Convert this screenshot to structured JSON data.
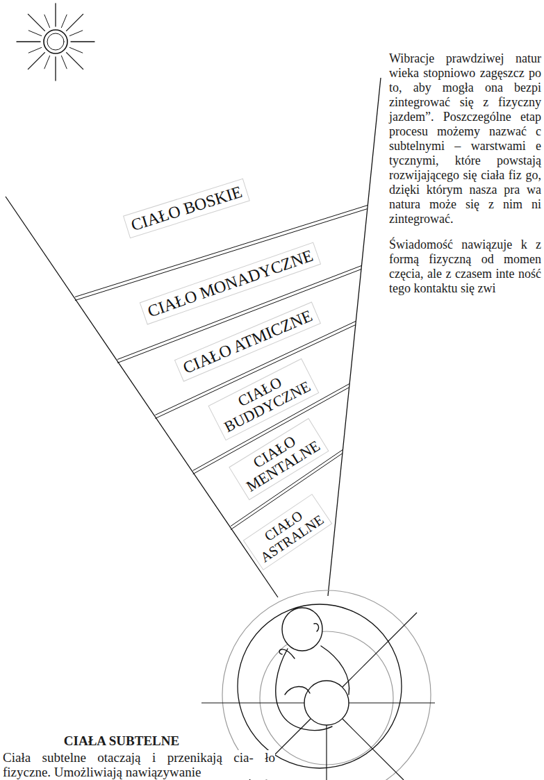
{
  "diagram": {
    "nodes": [
      {
        "text": [
          "CIAŁO BOSKIE"
        ]
      },
      {
        "text": [
          "CIAŁO MONADYCZNE"
        ]
      },
      {
        "text": [
          "CIAŁO ATMICZNE"
        ]
      },
      {
        "text": [
          "CIAŁO BUDDYCZNE"
        ]
      },
      {
        "text": [
          "CIAŁO MENTALNE"
        ]
      },
      {
        "text": [
          "CIAŁO ASTRALNE"
        ]
      }
    ],
    "labels": [
      "Wibracje prawdziwej natur wieka stopniowo zagęszcz po to, aby mogła ona bezpi zintegrować się z fizyczny jazdem”. Poszczególne etap procesu możemy nazwać c subtelnymi – warstwami e tycznymi, które powstają rozwijającego się ciała fiz go, dzięki którym nasza pra wa natura może się z nim ni zintegrować.",
      "Świadomość nawiązuje k z formą fizyczną od momen częcia, ale z czasem inte ność tego kontaktu się zwi",
      "CIAŁA SUBTELNE",
      "Ciała subtelne otaczają i przenikają cia- ło fizyczne. Umożliwiają nawiązywanie"
    ]
  }
}
